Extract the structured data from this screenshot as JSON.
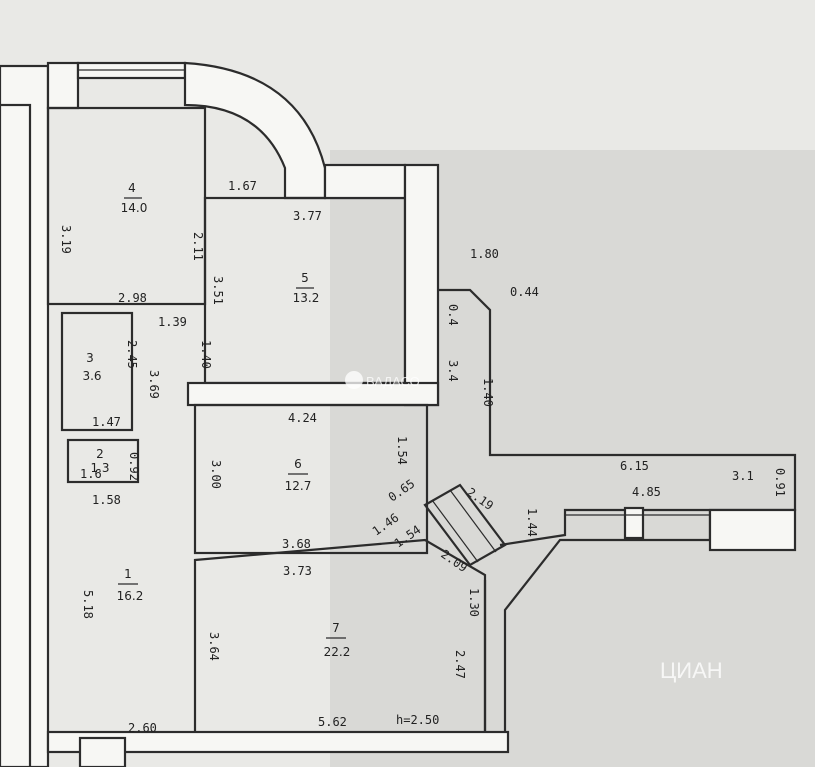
{
  "rooms": [
    {
      "id": "r1",
      "number": "1",
      "area": "16.2"
    },
    {
      "id": "r2",
      "number": "2",
      "area": "1.3"
    },
    {
      "id": "r3",
      "number": "3",
      "area": "3.6"
    },
    {
      "id": "r4",
      "number": "4",
      "area": "14.0"
    },
    {
      "id": "r5",
      "number": "5",
      "area": "13.2"
    },
    {
      "id": "r6",
      "number": "6",
      "area": "12.7"
    },
    {
      "id": "r7",
      "number": "7",
      "area": "22.2"
    }
  ],
  "dimensions": [
    "3.19",
    "1.67",
    "3.77",
    "2.11",
    "3.51",
    "2.98",
    "1.39",
    "1.40",
    "2.45",
    "1.47",
    "3.69",
    "0.92",
    "1.58",
    "3.00",
    "4.24",
    "1.54",
    "3.68",
    "1.46",
    "0.65",
    "1.54",
    "3.73",
    "2.09",
    "2.19",
    "1.44",
    "1.80",
    "0.44",
    "0.4",
    "3.4",
    "1.40",
    "6.15",
    "3.1",
    "0.91",
    "4.85",
    "1.30",
    "3.64",
    "2.47",
    "5.62",
    "5.18",
    "2.60",
    "1.6"
  ],
  "ceiling_height": "h=2.50",
  "watermarks": {
    "top": "ВАДАСО",
    "bottom_brand": "ЦИАН"
  }
}
